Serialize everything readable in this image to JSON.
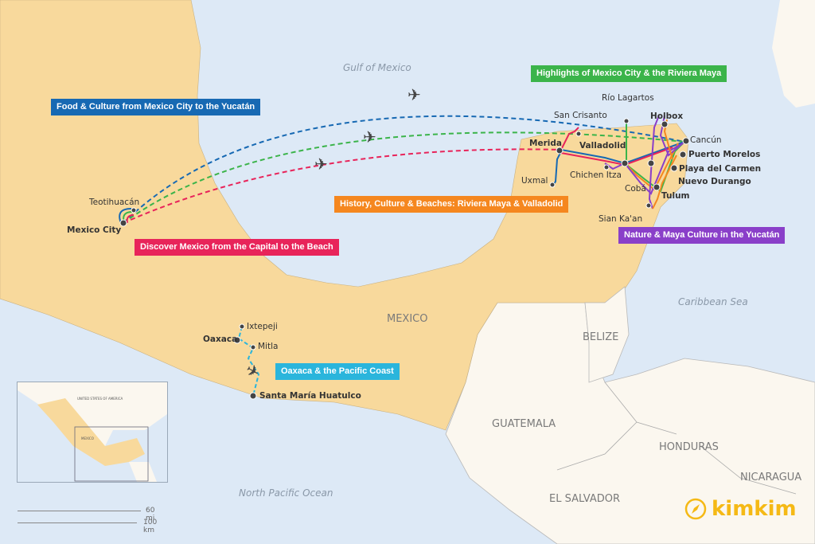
{
  "seas": {
    "gulf": "Gulf of Mexico",
    "caribbean": "Caribbean Sea",
    "pacific": "North Pacific Ocean"
  },
  "countries": {
    "mexico": "MEXICO",
    "belize": "BELIZE",
    "guatemala": "GUATEMALA",
    "honduras": "HONDURAS",
    "el_salvador": "EL SALVADOR",
    "nicaragua": "NICARAGUA"
  },
  "places": {
    "teotihuacan": "Teotihuacán",
    "mexico_city": "Mexico City",
    "merida": "Merida",
    "uxmal": "Uxmal",
    "san_crisanto": "San Crisanto",
    "rio_lagartos": "Río Lagartos",
    "valladolid": "Valladolid",
    "chichen_itza": "Chichen Itza",
    "holbox": "Holbox",
    "cancun": "Cancún",
    "puerto_morelos": "Puerto Morelos",
    "playa_del_carmen": "Playa del Carmen",
    "coba": "Cobá",
    "nuevo_durango": "Nuevo Durango",
    "tulum": "Tulum",
    "sian_kaan": "Sian Ka'an",
    "oaxaca": "Oaxaca",
    "ixtepeji": "Ixtepeji",
    "mitla": "Mitla",
    "huatulco": "Santa María Huatulco"
  },
  "routes": [
    {
      "name": "Food & Culture from Mexico City to the Yucatán",
      "color": "#1769b3"
    },
    {
      "name": "Highlights of Mexico City & the Riviera Maya",
      "color": "#3bb44a"
    },
    {
      "name": "Discover Mexico from the Capital to the Beach",
      "color": "#e8245a"
    },
    {
      "name": "History, Culture & Beaches: Riviera Maya & Valladolid",
      "color": "#f5871f"
    },
    {
      "name": "Nature & Maya Culture in the Yucatán",
      "color": "#8a3fc9"
    },
    {
      "name": "Oaxaca & the Pacific Coast",
      "color": "#2ab5dc"
    }
  ],
  "inset": {
    "usa": "UNITED STATES OF AMERICA",
    "mexico": "MEXICO"
  },
  "scale": {
    "miles": "60 mi",
    "km": "100 km"
  },
  "brand": "kimkim"
}
